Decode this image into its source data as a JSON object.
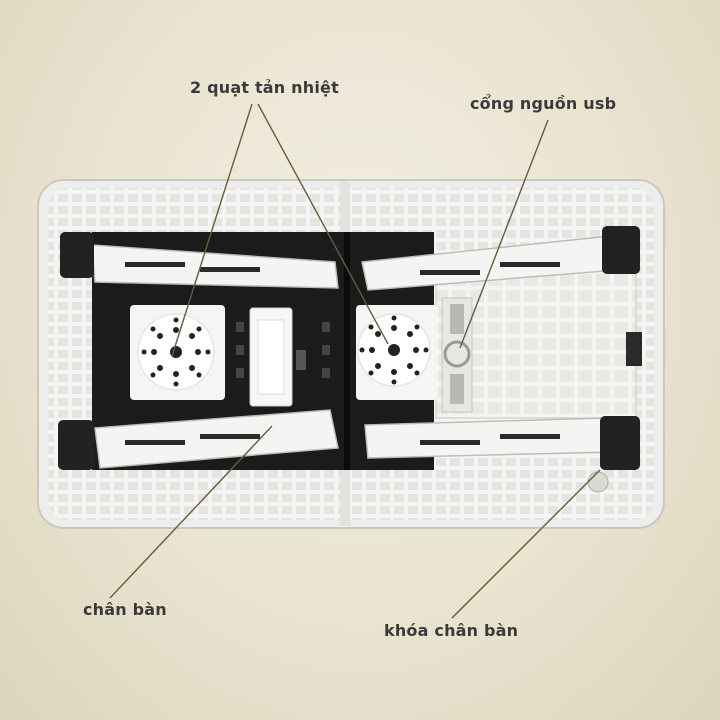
{
  "labels": {
    "fans": "2 quạt tản nhiệt",
    "usb_port": "cổng nguồn usb",
    "legs": "chân bàn",
    "leg_lock": "khóa chân bàn"
  },
  "colors": {
    "background": "#ece6d4",
    "table_white": "#f7f7f5",
    "panel_black": "#1b1b1b",
    "leader_line": "#6b5a3a",
    "label_text": "#3a3a3a"
  }
}
